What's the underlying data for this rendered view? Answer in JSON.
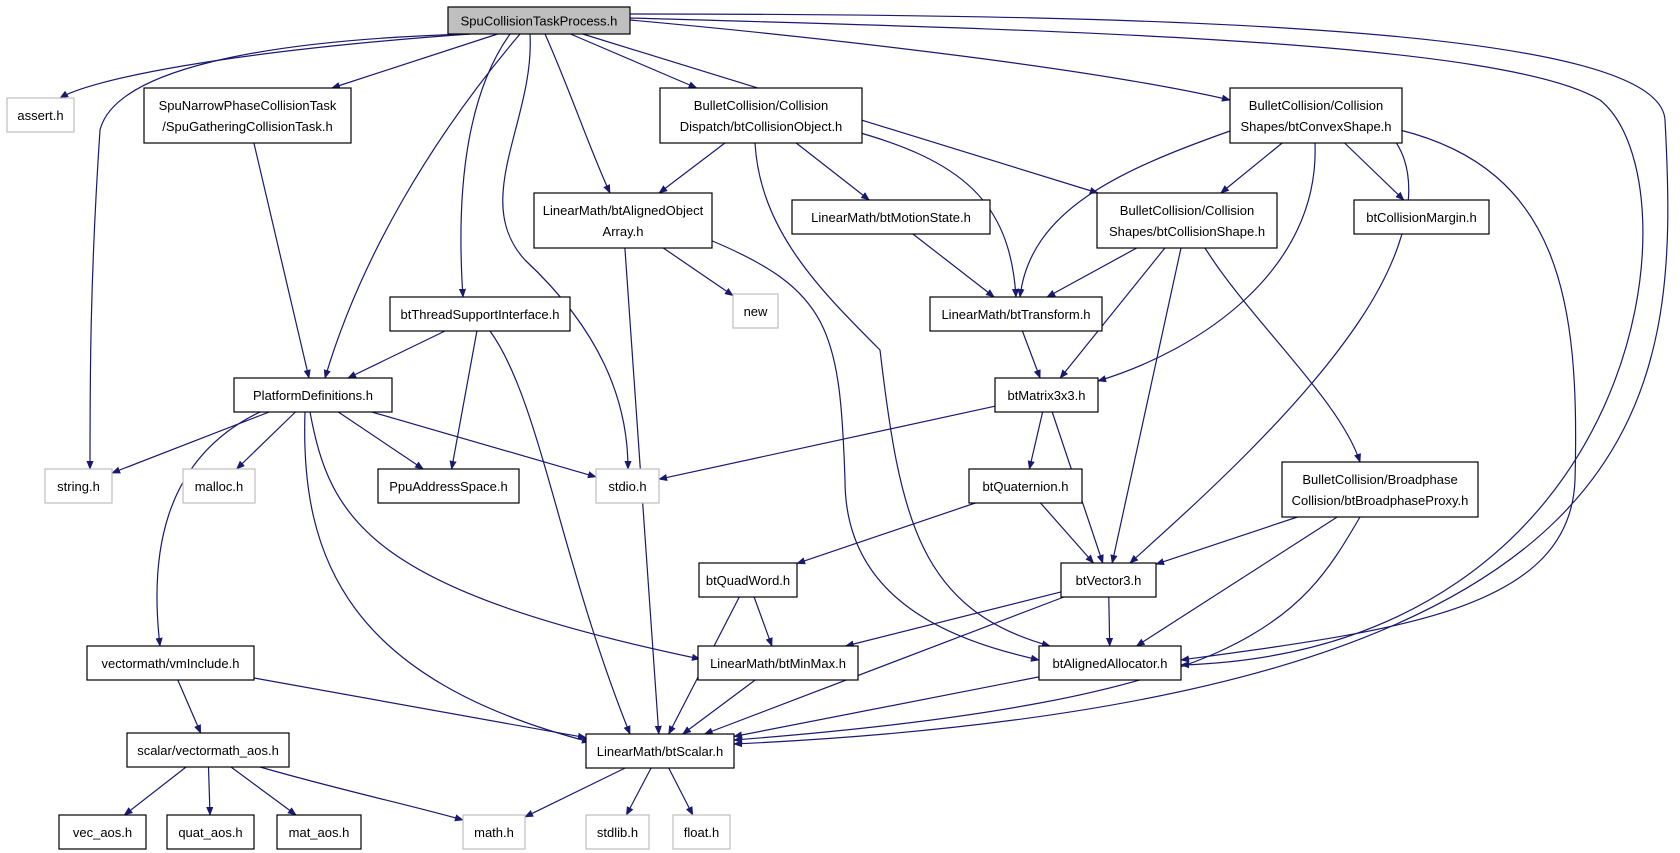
{
  "diagram": {
    "colors": {
      "edge": "#191970",
      "root_fill": "#bfbfbf",
      "node_fill": "#ffffff",
      "node_border": "#000000",
      "external_border": "#bfbfbf",
      "text": "#000000"
    },
    "nodes": [
      {
        "id": "root",
        "lines": [
          "SpuCollisionTaskProcess.h"
        ],
        "kind": "root"
      },
      {
        "id": "assert",
        "lines": [
          "assert.h"
        ],
        "kind": "external"
      },
      {
        "id": "gathering",
        "lines": [
          "SpuNarrowPhaseCollisionTask",
          "/SpuGatheringCollisionTask.h"
        ],
        "kind": "internal"
      },
      {
        "id": "collobj",
        "lines": [
          "BulletCollision/Collision",
          "Dispatch/btCollisionObject.h"
        ],
        "kind": "internal"
      },
      {
        "id": "convex",
        "lines": [
          "BulletCollision/Collision",
          "Shapes/btConvexShape.h"
        ],
        "kind": "internal"
      },
      {
        "id": "alignedarr",
        "lines": [
          "LinearMath/btAlignedObject",
          "Array.h"
        ],
        "kind": "internal"
      },
      {
        "id": "motionstate",
        "lines": [
          "LinearMath/btMotionState.h"
        ],
        "kind": "internal"
      },
      {
        "id": "collshape",
        "lines": [
          "BulletCollision/Collision",
          "Shapes/btCollisionShape.h"
        ],
        "kind": "internal"
      },
      {
        "id": "margin",
        "lines": [
          "btCollisionMargin.h"
        ],
        "kind": "internal"
      },
      {
        "id": "new",
        "lines": [
          "new"
        ],
        "kind": "external"
      },
      {
        "id": "thread",
        "lines": [
          "btThreadSupportInterface.h"
        ],
        "kind": "internal"
      },
      {
        "id": "transform",
        "lines": [
          "LinearMath/btTransform.h"
        ],
        "kind": "internal"
      },
      {
        "id": "platform",
        "lines": [
          "PlatformDefinitions.h"
        ],
        "kind": "internal"
      },
      {
        "id": "matrix",
        "lines": [
          "btMatrix3x3.h"
        ],
        "kind": "internal"
      },
      {
        "id": "string",
        "lines": [
          "string.h"
        ],
        "kind": "external"
      },
      {
        "id": "malloc",
        "lines": [
          "malloc.h"
        ],
        "kind": "external"
      },
      {
        "id": "ppu",
        "lines": [
          "PpuAddressSpace.h"
        ],
        "kind": "internal"
      },
      {
        "id": "stdio",
        "lines": [
          "stdio.h"
        ],
        "kind": "external"
      },
      {
        "id": "quat",
        "lines": [
          "btQuaternion.h"
        ],
        "kind": "internal"
      },
      {
        "id": "proxy",
        "lines": [
          "BulletCollision/Broadphase",
          "Collision/btBroadphaseProxy.h"
        ],
        "kind": "internal"
      },
      {
        "id": "quadword",
        "lines": [
          "btQuadWord.h"
        ],
        "kind": "internal"
      },
      {
        "id": "vector",
        "lines": [
          "btVector3.h"
        ],
        "kind": "internal"
      },
      {
        "id": "vminclude",
        "lines": [
          "vectormath/vmInclude.h"
        ],
        "kind": "internal"
      },
      {
        "id": "minmax",
        "lines": [
          "LinearMath/btMinMax.h"
        ],
        "kind": "internal"
      },
      {
        "id": "allocator",
        "lines": [
          "btAlignedAllocator.h"
        ],
        "kind": "internal"
      },
      {
        "id": "vaos",
        "lines": [
          "scalar/vectormath_aos.h"
        ],
        "kind": "internal"
      },
      {
        "id": "scalar",
        "lines": [
          "LinearMath/btScalar.h"
        ],
        "kind": "internal"
      },
      {
        "id": "vecaos",
        "lines": [
          "vec_aos.h"
        ],
        "kind": "internal"
      },
      {
        "id": "quataos",
        "lines": [
          "quat_aos.h"
        ],
        "kind": "internal"
      },
      {
        "id": "mataos",
        "lines": [
          "mat_aos.h"
        ],
        "kind": "internal"
      },
      {
        "id": "math",
        "lines": [
          "math.h"
        ],
        "kind": "external"
      },
      {
        "id": "stdlib",
        "lines": [
          "stdlib.h"
        ],
        "kind": "external"
      },
      {
        "id": "float",
        "lines": [
          "float.h"
        ],
        "kind": "external"
      }
    ],
    "edges": [
      [
        "root",
        "assert"
      ],
      [
        "root",
        "gathering"
      ],
      [
        "root",
        "string"
      ],
      [
        "root",
        "platform"
      ],
      [
        "root",
        "thread"
      ],
      [
        "root",
        "stdio"
      ],
      [
        "root",
        "alignedarr"
      ],
      [
        "root",
        "collobj"
      ],
      [
        "root",
        "collshape"
      ],
      [
        "root",
        "convex"
      ],
      [
        "root",
        "allocator"
      ],
      [
        "root",
        "scalar"
      ],
      [
        "gathering",
        "platform"
      ],
      [
        "collobj",
        "alignedarr"
      ],
      [
        "collobj",
        "motionstate"
      ],
      [
        "collobj",
        "transform"
      ],
      [
        "collobj",
        "allocator"
      ],
      [
        "convex",
        "collshape"
      ],
      [
        "convex",
        "margin"
      ],
      [
        "convex",
        "transform"
      ],
      [
        "convex",
        "matrix"
      ],
      [
        "convex",
        "vector"
      ],
      [
        "convex",
        "allocator"
      ],
      [
        "alignedarr",
        "new"
      ],
      [
        "alignedarr",
        "scalar"
      ],
      [
        "alignedarr",
        "allocator"
      ],
      [
        "motionstate",
        "transform"
      ],
      [
        "collshape",
        "transform"
      ],
      [
        "collshape",
        "matrix"
      ],
      [
        "collshape",
        "vector"
      ],
      [
        "collshape",
        "proxy"
      ],
      [
        "thread",
        "platform"
      ],
      [
        "thread",
        "ppu"
      ],
      [
        "thread",
        "scalar"
      ],
      [
        "transform",
        "matrix"
      ],
      [
        "platform",
        "string"
      ],
      [
        "platform",
        "malloc"
      ],
      [
        "platform",
        "ppu"
      ],
      [
        "platform",
        "stdio"
      ],
      [
        "platform",
        "vminclude"
      ],
      [
        "platform",
        "minmax"
      ],
      [
        "platform",
        "scalar"
      ],
      [
        "matrix",
        "stdio"
      ],
      [
        "matrix",
        "quat"
      ],
      [
        "matrix",
        "vector"
      ],
      [
        "quat",
        "quadword"
      ],
      [
        "quat",
        "vector"
      ],
      [
        "proxy",
        "vector"
      ],
      [
        "proxy",
        "allocator"
      ],
      [
        "proxy",
        "scalar"
      ],
      [
        "quadword",
        "minmax"
      ],
      [
        "quadword",
        "scalar"
      ],
      [
        "vector",
        "minmax"
      ],
      [
        "vector",
        "allocator"
      ],
      [
        "vector",
        "scalar"
      ],
      [
        "vminclude",
        "vaos"
      ],
      [
        "vminclude",
        "scalar"
      ],
      [
        "minmax",
        "scalar"
      ],
      [
        "allocator",
        "scalar"
      ],
      [
        "vaos",
        "vecaos"
      ],
      [
        "vaos",
        "quataos"
      ],
      [
        "vaos",
        "mataos"
      ],
      [
        "vaos",
        "math"
      ],
      [
        "scalar",
        "math"
      ],
      [
        "scalar",
        "stdlib"
      ],
      [
        "scalar",
        "float"
      ]
    ]
  }
}
